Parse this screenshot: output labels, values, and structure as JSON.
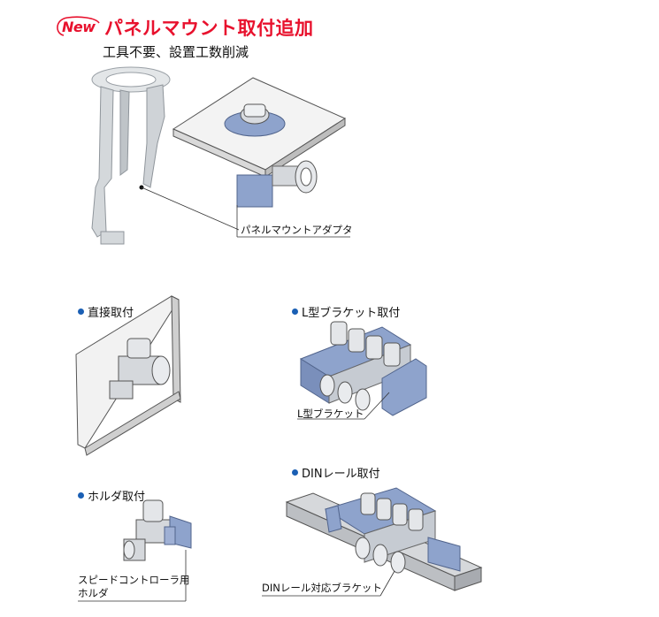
{
  "header": {
    "badge": "New",
    "title": "パネルマウント取付追加",
    "subtitle": "工具不要、設置工数削減"
  },
  "top_illustration": {
    "callout": "パネルマウントアダプタ"
  },
  "sections": {
    "direct": {
      "title": "直接取付"
    },
    "l_bracket": {
      "title": "L型ブラケット取付",
      "callout": "L型ブラケット"
    },
    "holder": {
      "title": "ホルダ取付",
      "callout_line1": "スピードコントローラ用",
      "callout_line2": "ホルダ"
    },
    "din_rail": {
      "title": "DINレール取付",
      "callout": "DINレール対応ブラケット"
    }
  },
  "colors": {
    "accent_red": "#e8112d",
    "bullet_blue": "#1a5fb4",
    "part_blue": "#8ea3cc",
    "part_grey": "#c9cdd2"
  }
}
